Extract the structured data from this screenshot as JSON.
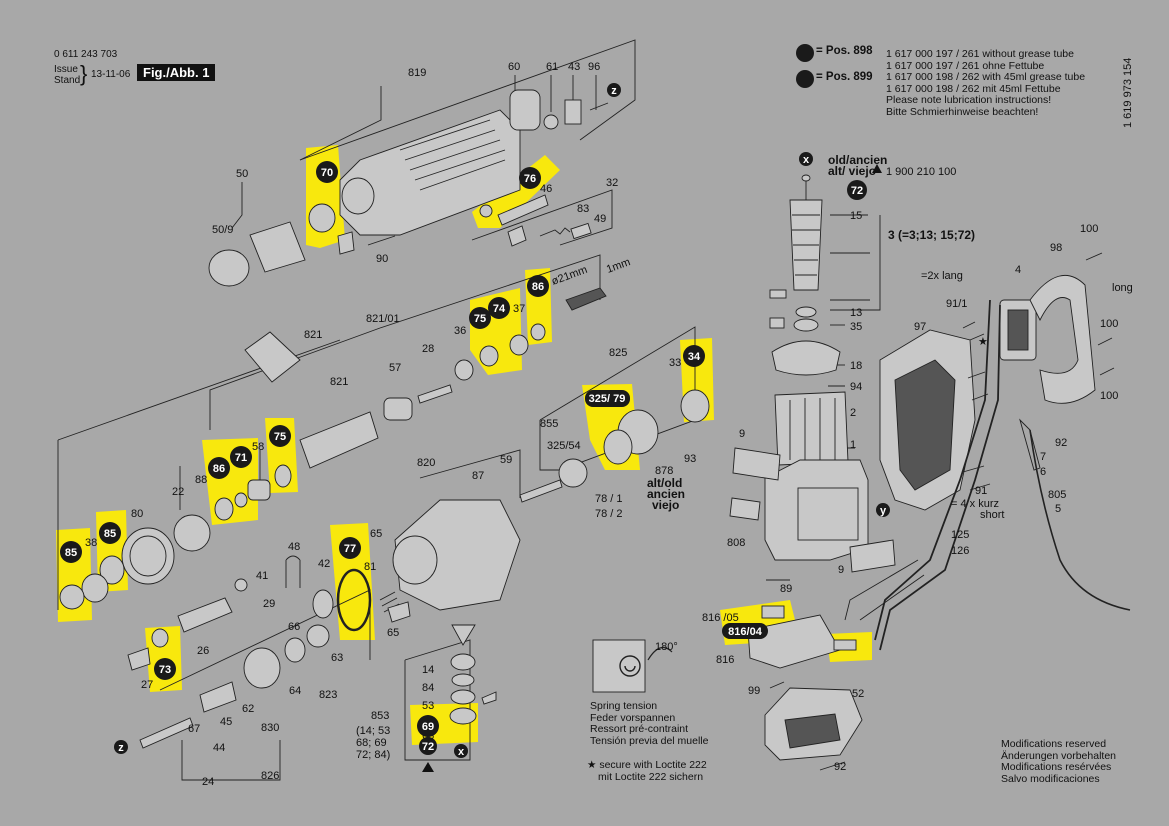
{
  "header": {
    "doc_number": "0 611 243 703",
    "issue_label": "Issue",
    "stand_label": "Stand",
    "issue_date": "13-11-06",
    "figure_label": "Fig./Abb. 1"
  },
  "side_code": "1 619 973 154",
  "lubrication": {
    "pos898_label": "= Pos. 898",
    "pos899_label": "= Pos. 899",
    "lines": [
      "1 617 000 197 / 261 without grease tube",
      "1 617 000 197 / 261 ohne Fettube",
      "1 617 000 198 / 262 with 45ml grease tube",
      "1 617 000 198 / 262 mit 45ml Fettube",
      "Please note lubrication instructions!",
      "Bitte Schmierhinweise beachten!"
    ]
  },
  "old_part": {
    "line1": "old/ancien",
    "line2": "alt/ viejo",
    "number": "1 900 210 100"
  },
  "armature_group": "3 (=3;13; 15;72)",
  "screws_long": "=2x lang",
  "screws_short_1": "= 4 x kurz",
  "screws_short_2": "short",
  "long_label": "long",
  "dim_21": "ø21mm",
  "dim_1": "1mm",
  "alt_old": [
    "alt/old",
    "ancien",
    "viejo"
  ],
  "group_853": [
    "(14; 53",
    "68; 69",
    "72; 84)"
  ],
  "spring": {
    "angle": "180°",
    "lines": [
      "Spring tension",
      "Feder vorspannen",
      "Ressort pré-contraint",
      "Tensión previa del muelle"
    ]
  },
  "loctite": {
    "line1": "secure with Loctite 222",
    "line2": "mit Loctite 222 sichern"
  },
  "modifications": [
    "Modifications reserved",
    "Änderungen vorbehalten",
    "Modifications resérvées",
    "Salvo modificaciones"
  ],
  "highlight_color": "#ffee00",
  "labels": [
    {
      "id": "819",
      "text": "819"
    },
    {
      "id": "60",
      "text": "60"
    },
    {
      "id": "61",
      "text": "61"
    },
    {
      "id": "43",
      "text": "43"
    },
    {
      "id": "96",
      "text": "96"
    },
    {
      "id": "50",
      "text": "50"
    },
    {
      "id": "509",
      "text": "50/9"
    },
    {
      "id": "90",
      "text": "90"
    },
    {
      "id": "46",
      "text": "46"
    },
    {
      "id": "32",
      "text": "32"
    },
    {
      "id": "83",
      "text": "83"
    },
    {
      "id": "49",
      "text": "49"
    },
    {
      "id": "821a",
      "text": "821"
    },
    {
      "id": "82101",
      "text": "821/01"
    },
    {
      "id": "57",
      "text": "57"
    },
    {
      "id": "28",
      "text": "28"
    },
    {
      "id": "36",
      "text": "36"
    },
    {
      "id": "37",
      "text": "37"
    },
    {
      "id": "821b",
      "text": "821"
    },
    {
      "id": "22",
      "text": "22"
    },
    {
      "id": "88",
      "text": "88"
    },
    {
      "id": "58",
      "text": "58"
    },
    {
      "id": "80",
      "text": "80"
    },
    {
      "id": "38",
      "text": "38"
    },
    {
      "id": "825",
      "text": "825"
    },
    {
      "id": "33",
      "text": "33"
    },
    {
      "id": "855",
      "text": "855"
    },
    {
      "id": "32554",
      "text": "325/54"
    },
    {
      "id": "820",
      "text": "820"
    },
    {
      "id": "87",
      "text": "87"
    },
    {
      "id": "59",
      "text": "59"
    },
    {
      "id": "781",
      "text": "78 / 1"
    },
    {
      "id": "782",
      "text": "78 / 2"
    },
    {
      "id": "878",
      "text": "878"
    },
    {
      "id": "93",
      "text": "93"
    },
    {
      "id": "48",
      "text": "48"
    },
    {
      "id": "41",
      "text": "41"
    },
    {
      "id": "29",
      "text": "29"
    },
    {
      "id": "42",
      "text": "42"
    },
    {
      "id": "65a",
      "text": "65"
    },
    {
      "id": "81",
      "text": "81"
    },
    {
      "id": "65b",
      "text": "65"
    },
    {
      "id": "26",
      "text": "26"
    },
    {
      "id": "27",
      "text": "27"
    },
    {
      "id": "66",
      "text": "66"
    },
    {
      "id": "63",
      "text": "63"
    },
    {
      "id": "64",
      "text": "64"
    },
    {
      "id": "62",
      "text": "62"
    },
    {
      "id": "823",
      "text": "823"
    },
    {
      "id": "45",
      "text": "45"
    },
    {
      "id": "67",
      "text": "67"
    },
    {
      "id": "830",
      "text": "830"
    },
    {
      "id": "44",
      "text": "44"
    },
    {
      "id": "24",
      "text": "24"
    },
    {
      "id": "826",
      "text": "826"
    },
    {
      "id": "14",
      "text": "14"
    },
    {
      "id": "84",
      "text": "84"
    },
    {
      "id": "53",
      "text": "53"
    },
    {
      "id": "68",
      "text": "68"
    },
    {
      "id": "853",
      "text": "853"
    },
    {
      "id": "15",
      "text": "15"
    },
    {
      "id": "13",
      "text": "13"
    },
    {
      "id": "35",
      "text": "35"
    },
    {
      "id": "18",
      "text": "18"
    },
    {
      "id": "94",
      "text": "94"
    },
    {
      "id": "2",
      "text": "2"
    },
    {
      "id": "1",
      "text": "1"
    },
    {
      "id": "9a",
      "text": "9"
    },
    {
      "id": "9b",
      "text": "9"
    },
    {
      "id": "808",
      "text": "808"
    },
    {
      "id": "89",
      "text": "89"
    },
    {
      "id": "81605",
      "text": "816 /05"
    },
    {
      "id": "816",
      "text": "816"
    },
    {
      "id": "99",
      "text": "99"
    },
    {
      "id": "52",
      "text": "52"
    },
    {
      "id": "92a",
      "text": "92"
    },
    {
      "id": "97",
      "text": "97"
    },
    {
      "id": "911",
      "text": "91/1"
    },
    {
      "id": "4",
      "text": "4"
    },
    {
      "id": "98",
      "text": "98"
    },
    {
      "id": "100a",
      "text": "100"
    },
    {
      "id": "100b",
      "text": "100"
    },
    {
      "id": "100c",
      "text": "100"
    },
    {
      "id": "92b",
      "text": "92"
    },
    {
      "id": "7",
      "text": "7"
    },
    {
      "id": "6",
      "text": "6"
    },
    {
      "id": "91",
      "text": "91"
    },
    {
      "id": "805",
      "text": "805"
    },
    {
      "id": "5",
      "text": "5"
    },
    {
      "id": "125",
      "text": "125"
    },
    {
      "id": "126",
      "text": "126"
    }
  ],
  "badges": [
    {
      "id": "b70",
      "text": "70"
    },
    {
      "id": "b76",
      "text": "76"
    },
    {
      "id": "b86a",
      "text": "86"
    },
    {
      "id": "b75a",
      "text": "75"
    },
    {
      "id": "b74",
      "text": "74"
    },
    {
      "id": "b34",
      "text": "34"
    },
    {
      "id": "b32579",
      "text": "325/ 79"
    },
    {
      "id": "b75b",
      "text": "75"
    },
    {
      "id": "b71",
      "text": "71"
    },
    {
      "id": "b86b",
      "text": "86"
    },
    {
      "id": "b85a",
      "text": "85"
    },
    {
      "id": "b85b",
      "text": "85"
    },
    {
      "id": "b77",
      "text": "77"
    },
    {
      "id": "b73",
      "text": "73"
    },
    {
      "id": "b69",
      "text": "69"
    },
    {
      "id": "b72a",
      "text": "72"
    },
    {
      "id": "b72b",
      "text": "72"
    },
    {
      "id": "b81604",
      "text": "816/04"
    },
    {
      "id": "bxa",
      "text": "x"
    },
    {
      "id": "bxb",
      "text": "x"
    },
    {
      "id": "bza",
      "text": "z"
    },
    {
      "id": "bzb",
      "text": "z"
    },
    {
      "id": "by",
      "text": "y"
    }
  ]
}
